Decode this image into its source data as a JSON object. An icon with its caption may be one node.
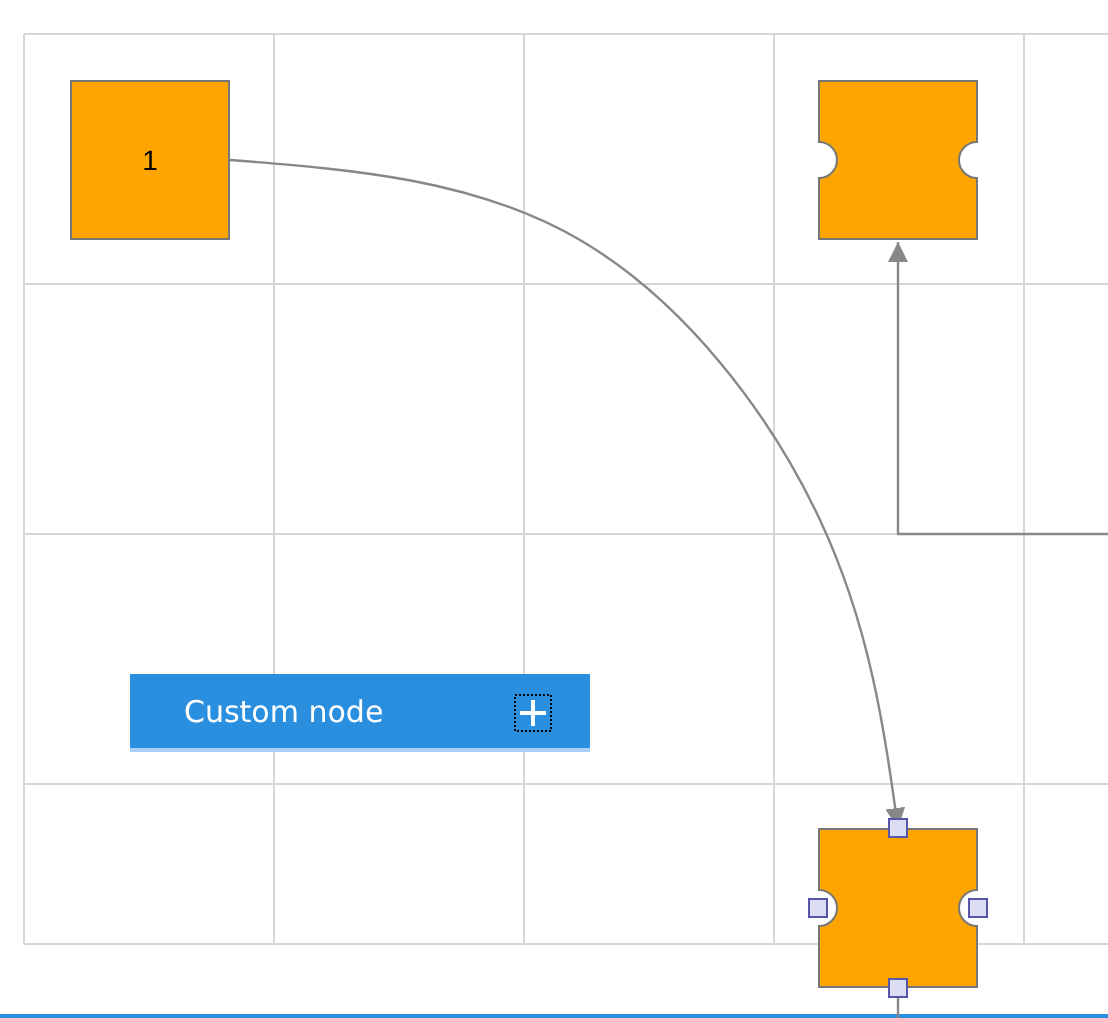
{
  "diagram": {
    "nodes": [
      {
        "text": [
          "1"
        ]
      },
      {
        "text": [],
        "shape": "box"
      },
      {
        "text": [
          "Custom node"
        ]
      },
      {
        "text": [],
        "shape": "box"
      }
    ],
    "edges": [
      {
        "from": 0,
        "to": 3,
        "arrow": "to"
      },
      {
        "from": null,
        "to": 1,
        "arrow": "to"
      },
      {
        "from": 3,
        "to": null,
        "arrow": "none"
      }
    ]
  }
}
